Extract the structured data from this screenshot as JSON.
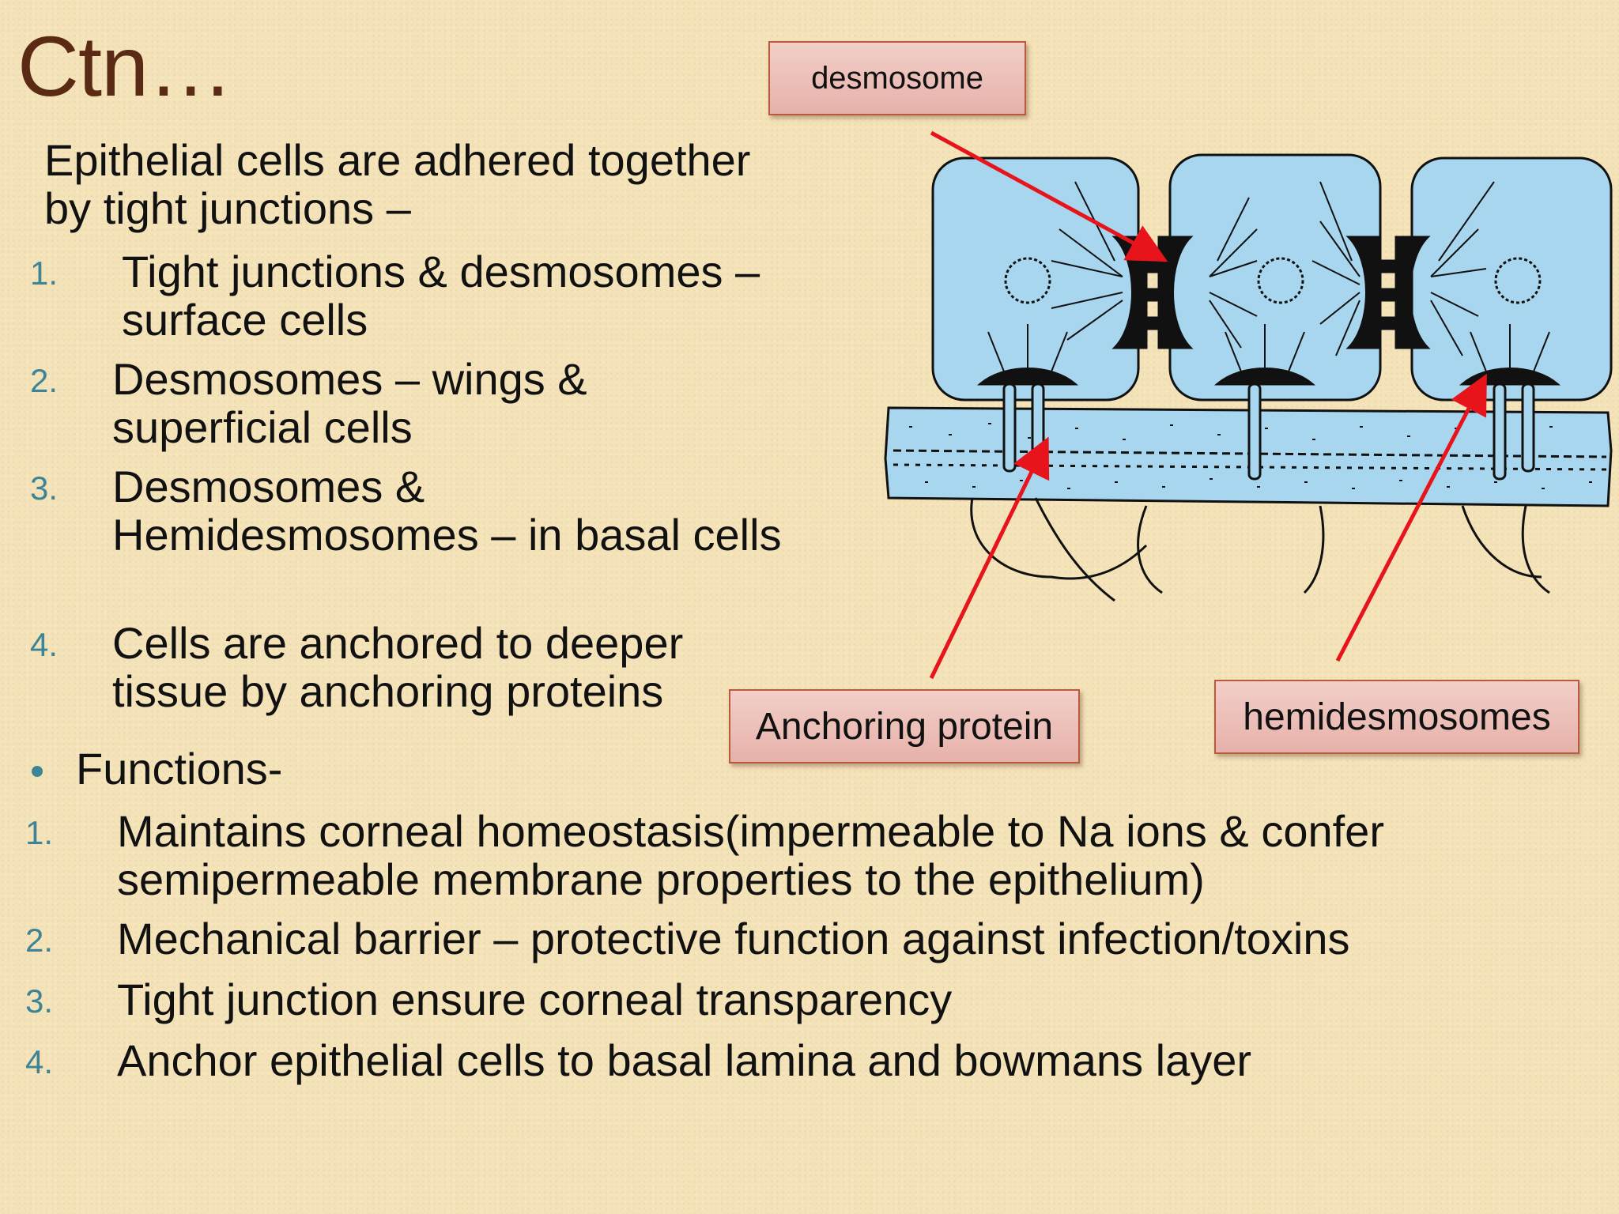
{
  "slide": {
    "title": "Ctn…",
    "intro": "Epithelial cells are adhered together by tight junctions –",
    "junction_list": [
      {
        "num": "1.",
        "text": "Tight junctions & desmosomes – surface cells"
      },
      {
        "num": "2.",
        "text": "Desmosomes – wings & superficial cells"
      },
      {
        "num": "3.",
        "text": "Desmosomes & Hemidesmosomes – in basal cells"
      },
      {
        "num": "4.",
        "text": "Cells are anchored to deeper tissue by anchoring proteins"
      }
    ],
    "functions_heading": "Functions-",
    "functions_list": [
      {
        "num": "1.",
        "text": "Maintains corneal homeostasis(impermeable to Na ions & confer semipermeable membrane properties to the epithelium)"
      },
      {
        "num": "2.",
        "text": "Mechanical barrier – protective function against infection/toxins"
      },
      {
        "num": "3.",
        "text": "Tight junction ensure corneal transparency"
      },
      {
        "num": "4.",
        "text": "Anchor epithelial cells to basal lamina and bowmans layer"
      }
    ]
  },
  "diagram": {
    "labels": {
      "desmosome": "desmosome",
      "anchoring_protein": "Anchoring protein",
      "hemidesmosomes": "hemidesmosomes"
    },
    "colors": {
      "cell_fill": "#a8d6ee",
      "ink": "#111111",
      "arrow": "#e8141c",
      "label_fill": "#ecc0b9",
      "label_border": "#b85a3e"
    }
  }
}
